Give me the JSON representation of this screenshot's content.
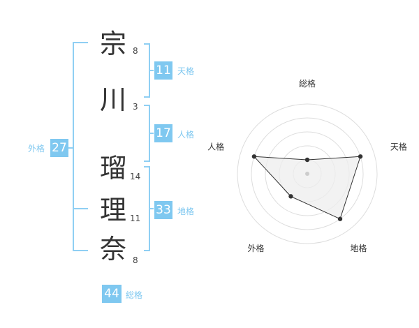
{
  "name": {
    "chars": [
      {
        "char": "宗",
        "strokes": "8"
      },
      {
        "char": "川",
        "strokes": "3"
      },
      {
        "char": "瑠",
        "strokes": "14"
      },
      {
        "char": "理",
        "strokes": "11"
      },
      {
        "char": "奈",
        "strokes": "8"
      }
    ]
  },
  "scores": {
    "tenkaku": {
      "value": "11",
      "label": "天格"
    },
    "jinkaku": {
      "value": "17",
      "label": "人格"
    },
    "chikaku": {
      "value": "33",
      "label": "地格"
    },
    "gaikaku": {
      "value": "27",
      "label": "外格"
    },
    "soukaku": {
      "value": "44",
      "label": "総格"
    }
  },
  "colors": {
    "accent": "#7fc8f0",
    "bracket": "#8fcff3",
    "radar_fill": "#eeeeee",
    "radar_grid": "#dddddd"
  },
  "chart_data": {
    "type": "radar",
    "axes": [
      "総格",
      "天格",
      "地格",
      "外格",
      "人格"
    ],
    "values": [
      1,
      4,
      4,
      2,
      4
    ],
    "max": 5,
    "rings": 4
  }
}
